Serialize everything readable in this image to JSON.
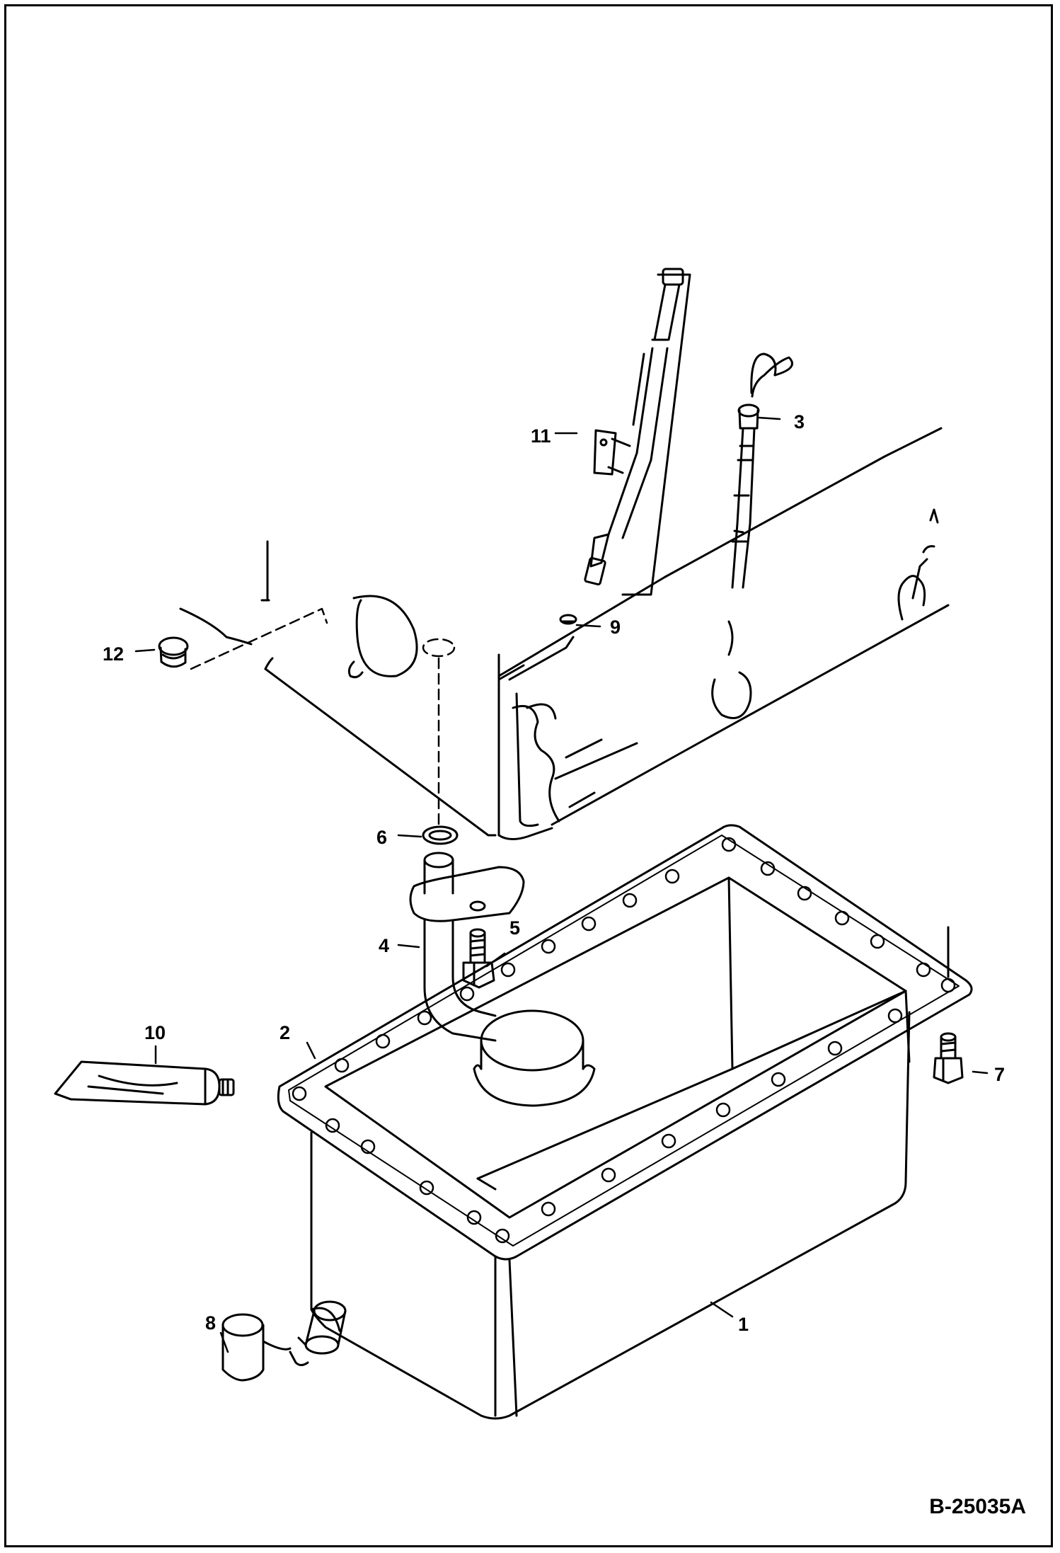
{
  "diagram": {
    "document_number": "B-25035A",
    "callouts": [
      {
        "id": "1",
        "label": "1"
      },
      {
        "id": "2",
        "label": "2"
      },
      {
        "id": "3",
        "label": "3"
      },
      {
        "id": "4",
        "label": "4"
      },
      {
        "id": "5",
        "label": "5"
      },
      {
        "id": "6",
        "label": "6"
      },
      {
        "id": "7",
        "label": "7"
      },
      {
        "id": "8",
        "label": "8"
      },
      {
        "id": "9",
        "label": "9"
      },
      {
        "id": "10",
        "label": "10"
      },
      {
        "id": "11",
        "label": "11"
      },
      {
        "id": "12",
        "label": "12"
      }
    ]
  }
}
